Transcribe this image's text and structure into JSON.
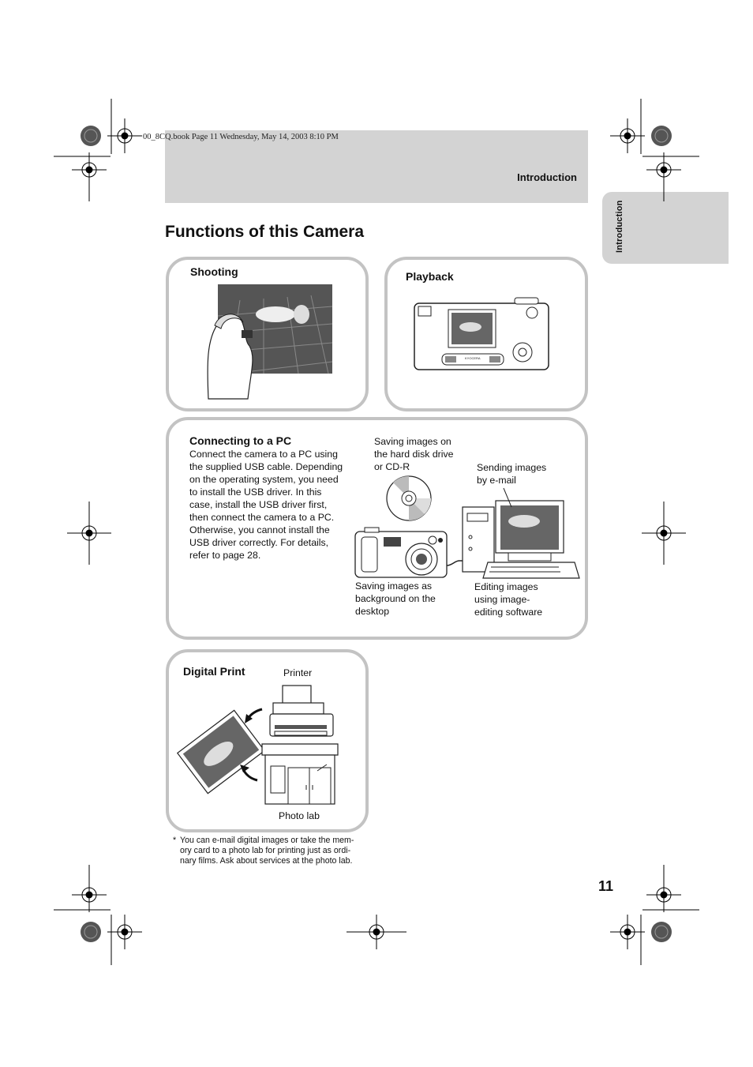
{
  "header": {
    "book_info": "00_8CQ.book  Page 11  Wednesday, May 14, 2003  8:10 PM",
    "section": "Introduction"
  },
  "side_tab": {
    "label": "Introduction"
  },
  "page_title": "Functions of this Camera",
  "panels": {
    "shooting": {
      "title": "Shooting"
    },
    "playback": {
      "title": "Playback"
    },
    "connecting": {
      "title": "Connecting to a PC",
      "lines": [
        "Connect the camera to a PC using",
        "the supplied USB cable. Depending",
        "on the operating system, you need",
        "to install the USB driver. In this",
        "case, install the USB driver first,",
        "then connect the camera to a PC.",
        "Otherwise, you cannot install the",
        "USB driver correctly. For details,",
        "refer to page 28."
      ],
      "captions": {
        "saving_disk": [
          "Saving images on",
          "the hard disk drive",
          "or CD-R"
        ],
        "sending": [
          "Sending images",
          "by e-mail"
        ],
        "background": [
          "Saving images as",
          "background on the",
          "desktop"
        ],
        "editing": [
          "Editing images",
          "using image-",
          "editing software"
        ]
      }
    },
    "digital_print": {
      "title": "Digital Print",
      "printer": "Printer",
      "photo_lab": "Photo lab"
    }
  },
  "footnote": {
    "marker": "*",
    "lines": [
      "You can e-mail digital images or take the mem-",
      "ory card to a photo lab for printing just as ordi-",
      "nary films. Ask about services at the photo lab."
    ]
  },
  "page_number": "11",
  "camera_brand": "KYOCERA"
}
